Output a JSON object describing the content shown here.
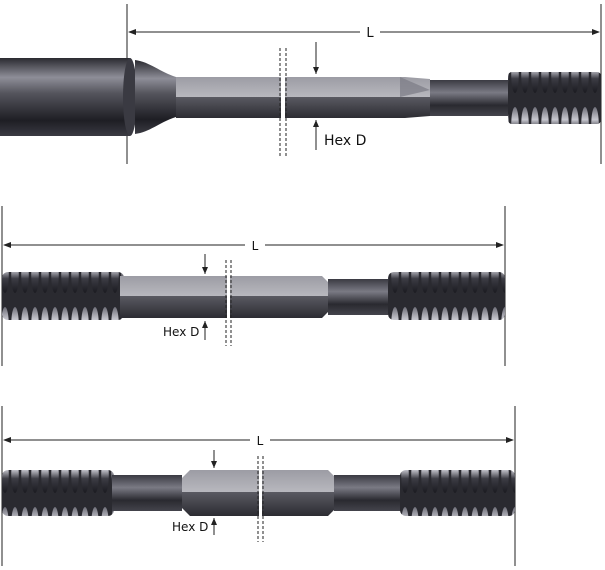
{
  "figures": [
    {
      "length_label": "L",
      "hex_label": "Hex D"
    },
    {
      "length_label": "L",
      "hex_label": "Hex D"
    },
    {
      "length_label": "L",
      "hex_label": "Hex D"
    }
  ],
  "colors": {
    "steel_dark": "#1c1c22",
    "steel_mid": "#4a4a52",
    "steel_light": "#9a9aa4",
    "hex_face": "#b0b0b6",
    "line": "#222222"
  }
}
